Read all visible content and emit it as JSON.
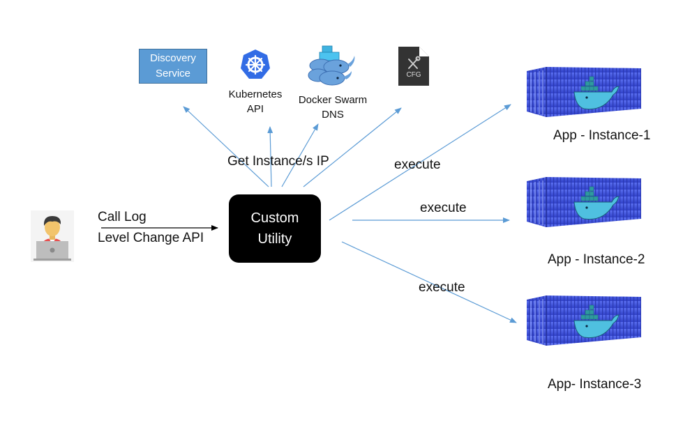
{
  "diagram": {
    "user": {
      "icon": "developer-with-laptop-icon",
      "request_label_line1": "Call Log",
      "request_label_line2": "Level Change API"
    },
    "utility": {
      "label_line1": "Custom",
      "label_line2": "Utility",
      "color": "#000000"
    },
    "lookup_label": "Get Instance/s IP",
    "sources": [
      {
        "id": "discovery",
        "label_line1": "Discovery",
        "label_line2": "Service",
        "color": "#5b9bd5"
      },
      {
        "id": "kubernetes",
        "label_line1": "Kubernetes",
        "label_line2": "API",
        "icon": "kubernetes-icon",
        "color": "#326ce5"
      },
      {
        "id": "docker-swarm",
        "label_line1": "Docker Swarm",
        "label_line2": "DNS",
        "icon": "docker-swarm-icon"
      },
      {
        "id": "cfg",
        "icon": "cfg-file-icon",
        "icon_text": "CFG"
      }
    ],
    "instances": [
      {
        "label": "App - Instance-1",
        "edge_label": "execute",
        "icon": "docker-container-icon"
      },
      {
        "label": "App - Instance-2",
        "edge_label": "execute",
        "icon": "docker-container-icon"
      },
      {
        "label": "App- Instance-3",
        "edge_label": "execute",
        "icon": "docker-container-icon"
      }
    ],
    "arrow_color": "#5b9bd5"
  }
}
